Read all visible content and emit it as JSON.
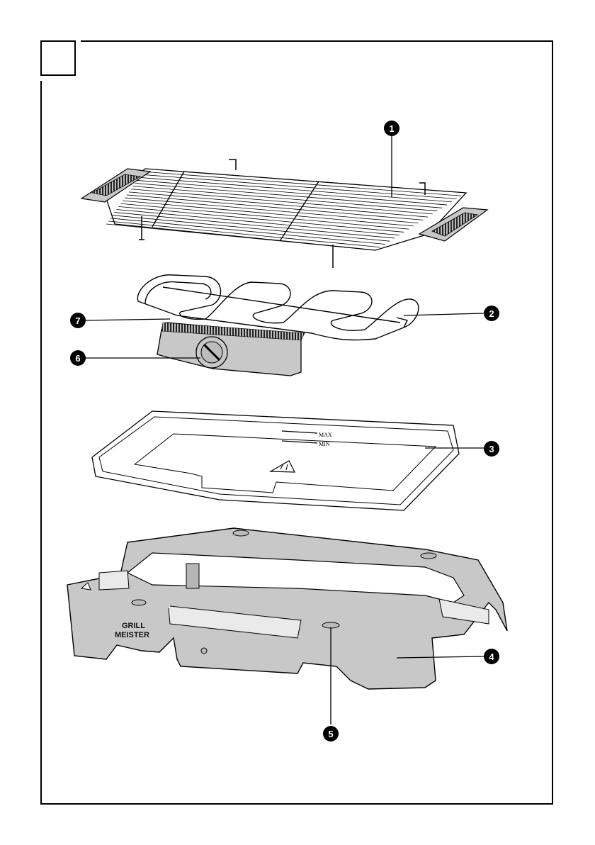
{
  "figure": {
    "callouts": [
      {
        "id": "1",
        "label": "1"
      },
      {
        "id": "2",
        "label": "2"
      },
      {
        "id": "3",
        "label": "3"
      },
      {
        "id": "4",
        "label": "4"
      },
      {
        "id": "5",
        "label": "5"
      },
      {
        "id": "6",
        "label": "6"
      },
      {
        "id": "7",
        "label": "7"
      }
    ],
    "tray_max_label": "MAX",
    "tray_min_label": "MIN",
    "brand_line1": "GRILL",
    "brand_line2": "MEISTER",
    "colors": {
      "line": "#000000",
      "part_gray": "#c8c8c8",
      "grip_dark": "#222222",
      "callout_fill": "#000000"
    }
  }
}
